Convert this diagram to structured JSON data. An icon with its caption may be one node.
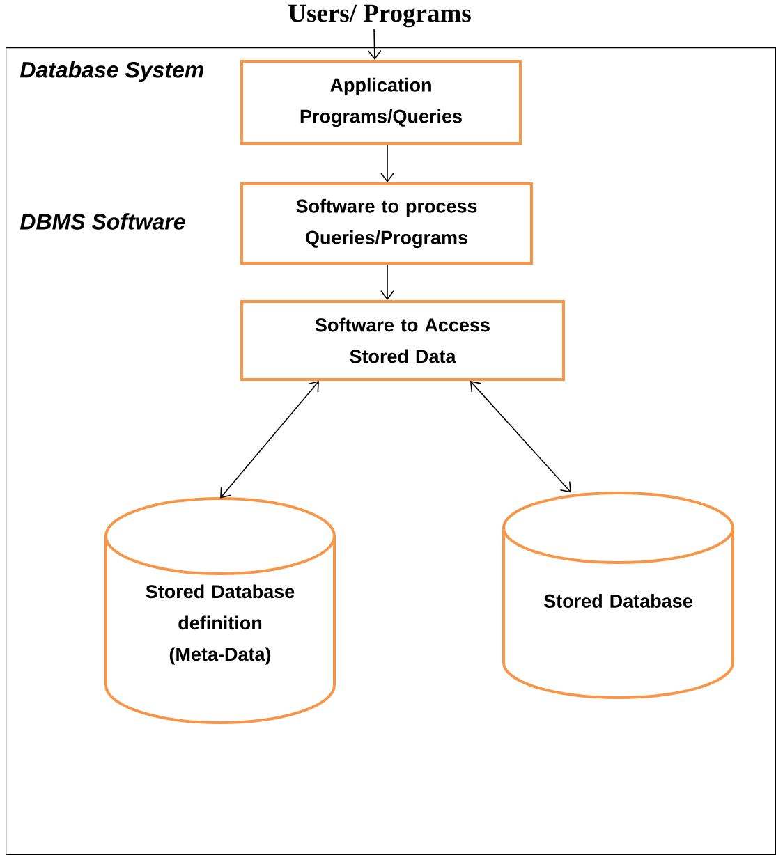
{
  "diagram": {
    "nodes": [
      {
        "text": [
          "Database System"
        ]
      },
      {
        "text": [
          "Users/ Programs"
        ]
      },
      {
        "text": [
          "Application Programs/Queries"
        ],
        "in": 0
      },
      {
        "text": [
          "Software to process Queries/Programs"
        ],
        "in": 0
      },
      {
        "text": [
          "Software to Access Stored Data"
        ],
        "in": 0
      },
      {
        "text": [
          "Stored Database definition (Meta-Data)"
        ],
        "in": 0
      },
      {
        "text": [
          "Stored Database"
        ],
        "in": 0
      }
    ],
    "edges": [
      {
        "from": 1,
        "to": 2,
        "arrow": "to"
      },
      {
        "from": 2,
        "to": 3,
        "arrow": "to"
      },
      {
        "from": 3,
        "to": 4,
        "arrow": "to"
      },
      {
        "from": 4,
        "to": 5,
        "arrow": "both"
      },
      {
        "from": 4,
        "to": 6,
        "arrow": "both"
      }
    ],
    "labels": [
      "DBMS Software"
    ]
  }
}
